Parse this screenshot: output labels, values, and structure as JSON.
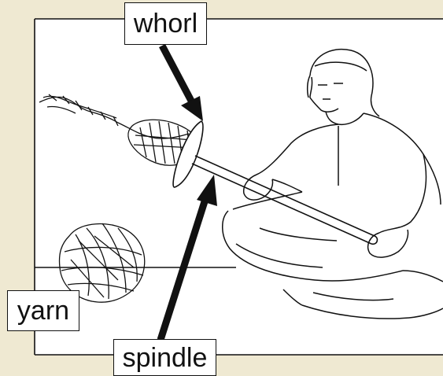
{
  "labels": {
    "whorl": "whorl",
    "yarn": "yarn",
    "spindle": "spindle"
  },
  "colors": {
    "background": "#efe9d2",
    "panel": "#ffffff",
    "ink": "#111111"
  }
}
